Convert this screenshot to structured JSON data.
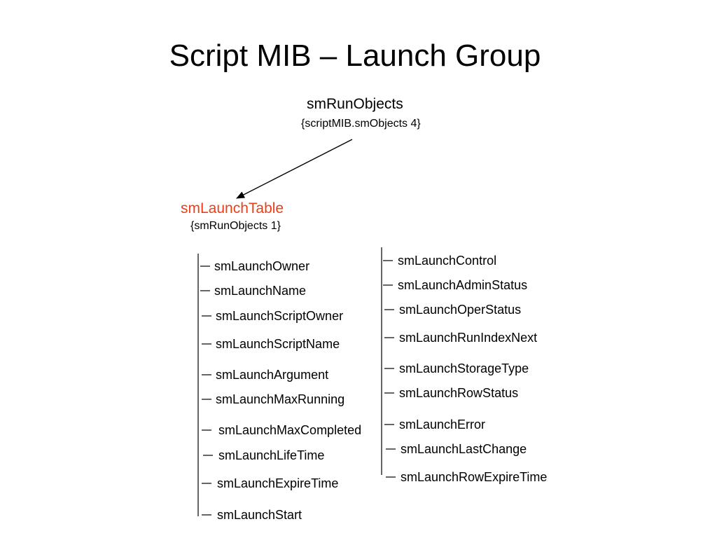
{
  "title": "Script MIB – Launch Group",
  "root": {
    "name": "smRunObjects",
    "oid": "{scriptMIB.smObjects 4}"
  },
  "table": {
    "name": "smLaunchTable",
    "oid": "{smRunObjects 1}",
    "color": "#e8401a"
  },
  "left_columns": [
    "smLaunchOwner",
    "smLaunchName",
    "smLaunchScriptOwner",
    "smLaunchScriptName",
    "smLaunchArgument",
    "smLaunchMaxRunning",
    "smLaunchMaxCompleted",
    "smLaunchLifeTime",
    "smLaunchExpireTime",
    "smLaunchStart"
  ],
  "right_columns": [
    "smLaunchControl",
    "smLaunchAdminStatus",
    "smLaunchOperStatus",
    "smLaunchRunIndexNext",
    "smLaunchStorageType",
    "smLaunchRowStatus",
    "smLaunchError",
    "smLaunchLastChange",
    "smLaunchRowExpireTime"
  ]
}
